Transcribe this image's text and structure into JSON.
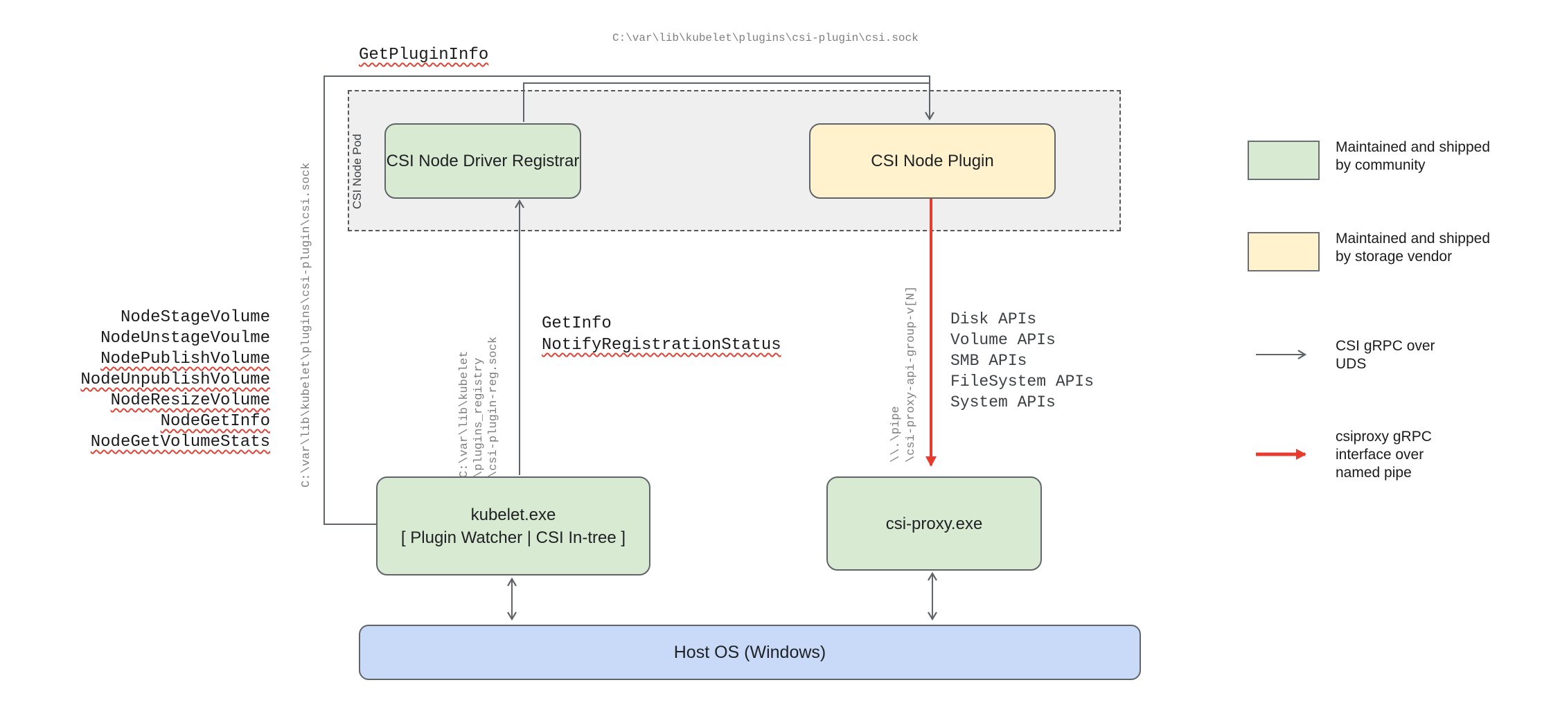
{
  "diagram": {
    "calls": {
      "get_plugin_info": "GetPluginInfo",
      "get_info": "GetInfo",
      "notify_registration_status": "NotifyRegistrationStatus"
    },
    "paths": {
      "top_sock": "C:\\var\\lib\\kubelet\\plugins\\csi-plugin\\csi.sock",
      "left_sock": "C:\\var\\lib\\kubelet\\plugins\\csi-plugin\\csi.sock",
      "reg_sock_l1": "C:\\var\\lib\\kubelet",
      "reg_sock_l2": "\\plugins_registry",
      "reg_sock_l3": "\\csi-plugin-reg.sock",
      "pipe_l1": "\\\\.\\pipe",
      "pipe_l2": "\\csi-proxy-api-group-v[N]"
    },
    "node_calls": [
      "NodeStageVolume",
      "NodeUnstageVoulme",
      "NodePublishVolume",
      "NodeUnpublishVolume",
      "NodeResizeVolume",
      "NodeGetInfo",
      "NodeGetVolumeStats"
    ],
    "api_calls": [
      "Disk APIs",
      "Volume APIs",
      "SMB APIs",
      "FileSystem APIs",
      "System APIs"
    ],
    "nodes": {
      "pod_label": "CSI Node Pod",
      "registrar": "CSI Node Driver Registrar",
      "plugin": "CSI Node Plugin",
      "kubelet_line1": "kubelet.exe",
      "kubelet_line2": "[ Plugin Watcher | CSI In-tree ]",
      "csi_proxy": "csi-proxy.exe",
      "host_os": "Host OS (Windows)"
    },
    "legend": {
      "community_l1": "Maintained and shipped",
      "community_l2": "by community",
      "vendor_l1": "Maintained and shipped",
      "vendor_l2": "by storage vendor",
      "uds_l1": "CSI gRPC over",
      "uds_l2": "UDS",
      "namedpipe_l1": "csiproxy gRPC",
      "namedpipe_l2": "interface over",
      "namedpipe_l3": "named pipe"
    },
    "colors": {
      "community": "#d9ead3",
      "vendor": "#fff2cc",
      "host": "#c9daf8",
      "pod_bg": "#efefef",
      "wire": "#5f6469",
      "red": "#e63b2e"
    }
  }
}
